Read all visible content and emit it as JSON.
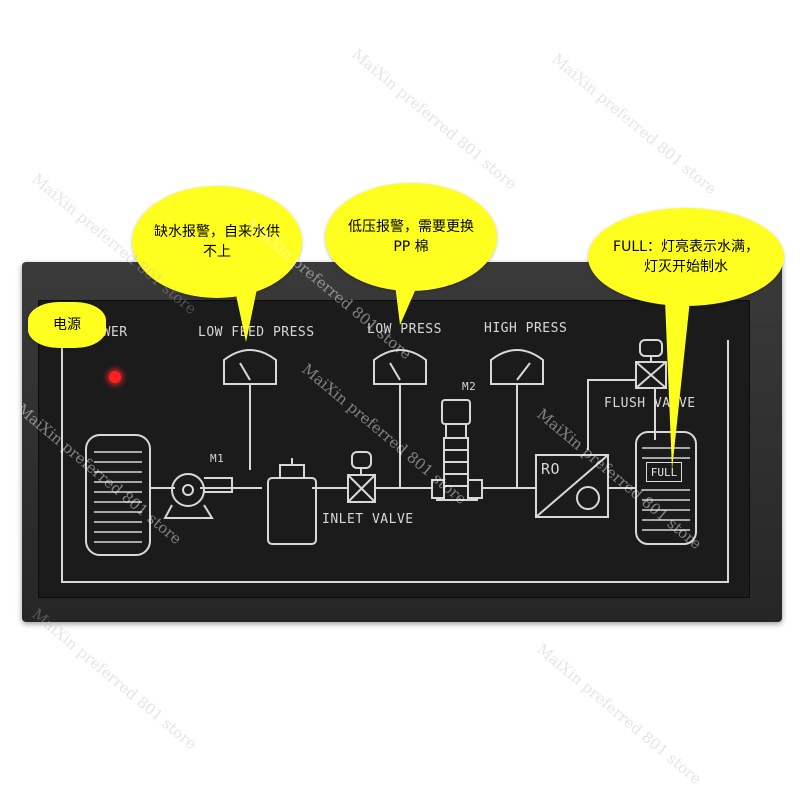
{
  "panel": {
    "labels": {
      "power": "POWER",
      "low_feed_press": "LOW FEED PRESS",
      "low_press": "LOW PRESS",
      "high_press": "HIGH PRESS",
      "m1": "M1",
      "m2": "M2",
      "inlet_valve": "INLET VALVE",
      "ro": "RO",
      "flush_valve": "FLUSH VALVE",
      "full": "FULL"
    },
    "led_color": "#ff2020"
  },
  "callouts": {
    "power": "电源",
    "low_feed": "缺水报警，自来水供不上",
    "low_press": "低压报警，需要更换 PP 棉",
    "full": "FULL：灯亮表示水满，灯灭开始制水"
  },
  "watermark": "MaiXin preferred 801 store",
  "colors": {
    "callout": "#ffff1f",
    "panel": "#1b1b1c",
    "line": "#d8d8d8"
  }
}
